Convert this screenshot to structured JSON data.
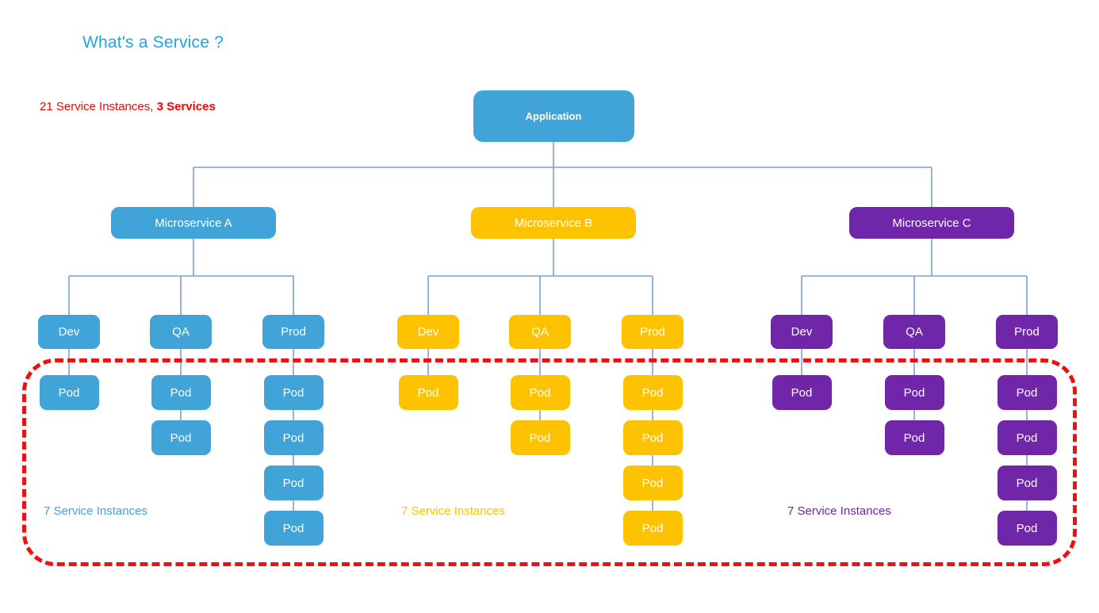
{
  "page": {
    "title": "What's a Service ?",
    "title_color": "#23A3DD",
    "background": "#ffffff"
  },
  "legend": {
    "instances_text": "21 Service Instances, ",
    "services_text": "3 Services",
    "color": "#FF0000"
  },
  "palette": {
    "blue": "#41A4D8",
    "yellow": "#FDC300",
    "purple": "#7026A8",
    "connector": "#7D9FD3",
    "red_dashed": "#F01010"
  },
  "root": {
    "label": "Application",
    "color": "#41A4D8"
  },
  "group_note": "Red dashed outline encloses all Pod rows (Service Instances)",
  "branches": [
    {
      "name": "Microservice A",
      "color": "#41A4D8",
      "instances_label": "7 Service Instances",
      "environments": [
        {
          "label": "Dev",
          "pods": [
            "Pod"
          ]
        },
        {
          "label": "QA",
          "pods": [
            "Pod",
            "Pod"
          ]
        },
        {
          "label": "Prod",
          "pods": [
            "Pod",
            "Pod",
            "Pod",
            "Pod"
          ]
        }
      ]
    },
    {
      "name": "Microservice B",
      "color": "#FDC300",
      "instances_label": "7 Service Instances",
      "environments": [
        {
          "label": "Dev",
          "pods": [
            "Pod"
          ]
        },
        {
          "label": "QA",
          "pods": [
            "Pod",
            "Pod"
          ]
        },
        {
          "label": "Prod",
          "pods": [
            "Pod",
            "Pod",
            "Pod",
            "Pod"
          ]
        }
      ]
    },
    {
      "name": "Microservice C",
      "color": "#7026A8",
      "instances_label": "7 Service Instances",
      "environments": [
        {
          "label": "Dev",
          "pods": [
            "Pod"
          ]
        },
        {
          "label": "QA",
          "pods": [
            "Pod",
            "Pod"
          ]
        },
        {
          "label": "Prod",
          "pods": [
            "Pod",
            "Pod",
            "Pod",
            "Pod"
          ]
        }
      ]
    }
  ]
}
